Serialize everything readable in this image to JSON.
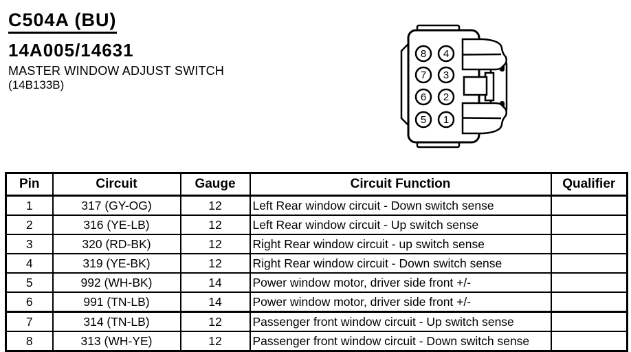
{
  "header": {
    "connector_id": "C504A (BU)",
    "part_number": "14A005/14631",
    "component_name": "MASTER WINDOW ADJUST SWITCH",
    "component_code": "(14B133B)"
  },
  "connector": {
    "pin_labels": [
      "8",
      "4",
      "7",
      "3",
      "6",
      "2",
      "5",
      "1"
    ]
  },
  "pin_table": {
    "columns": {
      "pin": "Pin",
      "circuit": "Circuit",
      "gauge": "Gauge",
      "function": "Circuit Function",
      "qualifier": "Qualifier"
    },
    "rows": [
      {
        "pin": "1",
        "circuit": "317 (GY-OG)",
        "gauge": "12",
        "function": "Left Rear window circuit - Down switch sense",
        "qualifier": ""
      },
      {
        "pin": "2",
        "circuit": "316 (YE-LB)",
        "gauge": "12",
        "function": "Left Rear window circuit - Up switch sense",
        "qualifier": ""
      },
      {
        "pin": "3",
        "circuit": "320 (RD-BK)",
        "gauge": "12",
        "function": "Right Rear window circuit - up switch sense",
        "qualifier": ""
      },
      {
        "pin": "4",
        "circuit": "319 (YE-BK)",
        "gauge": "12",
        "function": "Right Rear window circuit - Down switch sense",
        "qualifier": ""
      },
      {
        "pin": "5",
        "circuit": "992 (WH-BK)",
        "gauge": "14",
        "function": "Power window motor, driver side front +/-",
        "qualifier": ""
      },
      {
        "pin": "6",
        "circuit": "991 (TN-LB)",
        "gauge": "14",
        "function": "Power window motor, driver side front +/-",
        "qualifier": ""
      },
      {
        "pin": "7",
        "circuit": "314 (TN-LB)",
        "gauge": "12",
        "function": "Passenger front window circuit - Up switch sense",
        "qualifier": ""
      },
      {
        "pin": "8",
        "circuit": "313 (WH-YE)",
        "gauge": "12",
        "function": "Passenger front window circuit - Down switch sense",
        "qualifier": ""
      }
    ]
  },
  "colors": {
    "ink": "#000000",
    "paper": "#ffffff"
  }
}
